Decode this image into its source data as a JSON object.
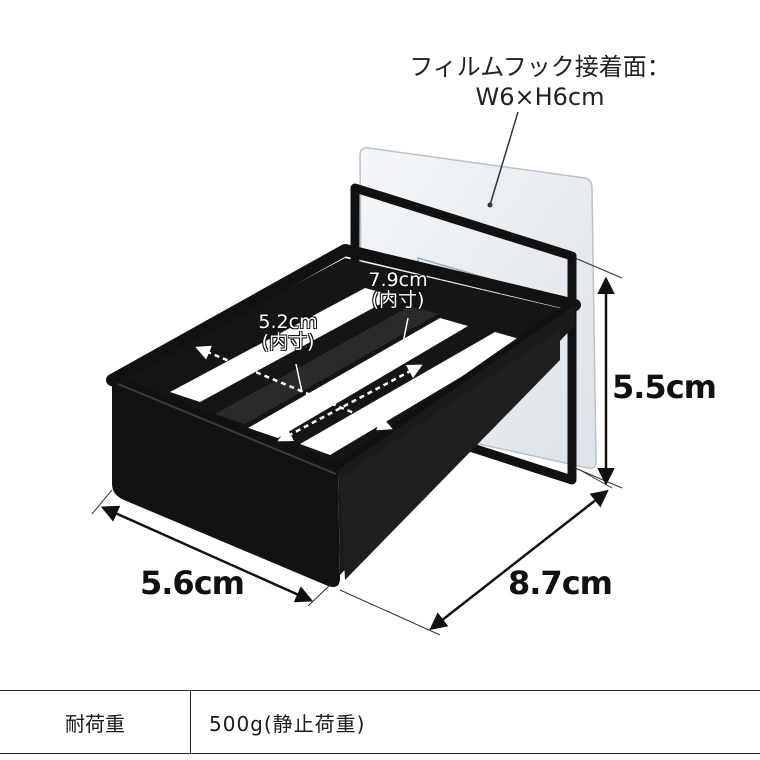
{
  "callout": {
    "line1": "フィルムフック接着面：",
    "line2": "W6×H6cm"
  },
  "dimensions": {
    "height": "5.5cm",
    "width": "5.6cm",
    "depth": "8.7cm",
    "inner_depth": "7.9cm",
    "inner_width": "5.2cm",
    "inner_note": "(内寸)"
  },
  "spec": {
    "label": "耐荷重",
    "value": "500g(静止荷重)"
  },
  "colors": {
    "product": "#111111",
    "film": "#e9eef2",
    "text": "#1a1a1a"
  }
}
